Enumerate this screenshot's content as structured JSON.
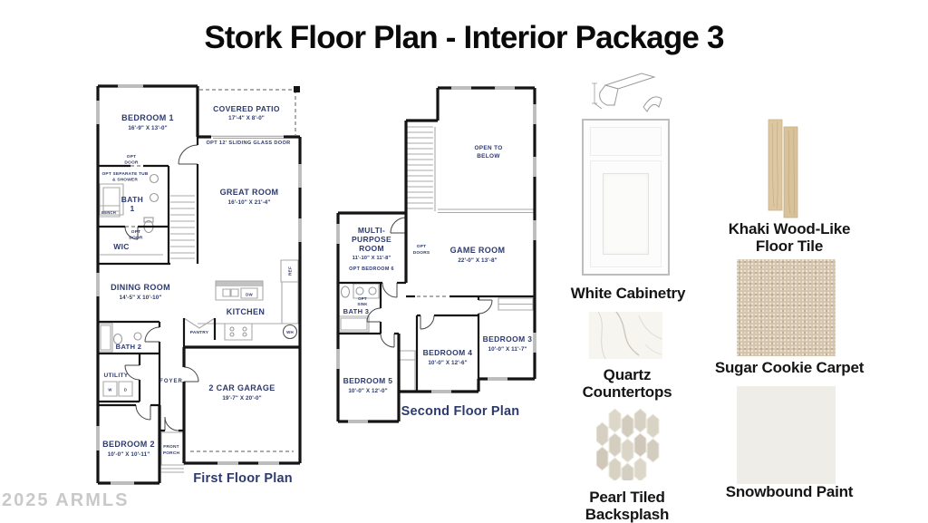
{
  "title": "Stork Floor Plan - Interior Package 3",
  "watermark": "2025 ARMLS",
  "colors": {
    "label_navy": "#2d3a6f",
    "wall_black": "#141414",
    "khaki_wood": "#dcc7a2",
    "sugar_cookie_carpet": "#d4c4ab",
    "snowbound_paint": "#efede8",
    "pearl_tile": "#d8d2c5",
    "quartz": "#f6f5f0"
  },
  "floor1": {
    "caption": "First Floor Plan",
    "bedroom1": "BEDROOM 1",
    "bedroom1_dims": "16'-9\" X 13'-0\"",
    "patio": "COVERED PATIO",
    "patio_dims": "17'-4\" X 8'-0\"",
    "sliding": "OPT 12' SLIDING GLASS DOOR",
    "great": "GREAT ROOM",
    "great_dims": "16'-10\" X 21'-4\"",
    "opt": "OPT",
    "door": "DOOR",
    "tub_note1": "OPT SEPARATE TUB",
    "tub_note2": "& SHOWER",
    "bath1a": "BATH",
    "bath1b": "1",
    "bench": "BENCH",
    "wic": "WIC",
    "dining": "DINING ROOM",
    "dining_dims": "14'-5\" X 10'-10\"",
    "kitchen": "KITCHEN",
    "dw": "DW",
    "ref": "REF",
    "wh": "WH",
    "pantry": "PANTRY",
    "bath2": "BATH 2",
    "utility": "UTILITY",
    "w": "W",
    "d": "D",
    "foyer": "FOYER",
    "garage": "2 CAR GARAGE",
    "garage_dims": "19'-7\" X 20'-0\"",
    "bedroom2": "BEDROOM 2",
    "bedroom2_dims": "10'-0\" X 10'-11\"",
    "front": "FRONT",
    "porch": "PORCH"
  },
  "floor2": {
    "caption": "Second Floor Plan",
    "open1": "OPEN TO",
    "open2": "BELOW",
    "mpr1": "MULTI-",
    "mpr2": "PURPOSE",
    "mpr3": "ROOM",
    "mpr_dims": "11'-10\" X 11'-8\"",
    "mpr_opt": "OPT BEDROOM 6",
    "opt": "OPT",
    "doors": "DOORS",
    "sink": "SINK",
    "game": "GAME ROOM",
    "game_dims": "22'-0\" X 13'-8\"",
    "bath3": "BATH 3",
    "bedroom4": "BEDROOM 4",
    "bedroom4_dims": "10'-0\" X 12'-6\"",
    "bedroom3": "BEDROOM 3",
    "bedroom3_dims": "10'-0\" X 11'-7\"",
    "bedroom5": "BEDROOM 5",
    "bedroom5_dims": "10'-0\" X 12'-0\""
  },
  "swatches": {
    "cabinetry": "White Cabinetry",
    "quartz1": "Quartz",
    "quartz2": "Countertops",
    "pearl1": "Pearl Tiled",
    "pearl2": "Backsplash",
    "khaki1": "Khaki Wood-Like",
    "khaki2": "Floor Tile",
    "carpet": "Sugar Cookie Carpet",
    "paint": "Snowbound Paint"
  }
}
